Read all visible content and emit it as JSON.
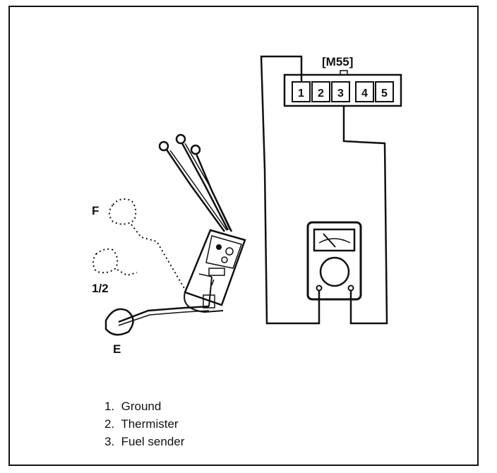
{
  "connector": {
    "label": "[M55]",
    "pins": [
      "1",
      "2",
      "3",
      "4",
      "5"
    ]
  },
  "gauge_marks": {
    "full": "F",
    "half": "1/2",
    "empty": "E"
  },
  "legend": [
    {
      "num": "1.",
      "text": "Ground"
    },
    {
      "num": "2.",
      "text": "Thermister"
    },
    {
      "num": "3.",
      "text": "Fuel sender"
    }
  ]
}
